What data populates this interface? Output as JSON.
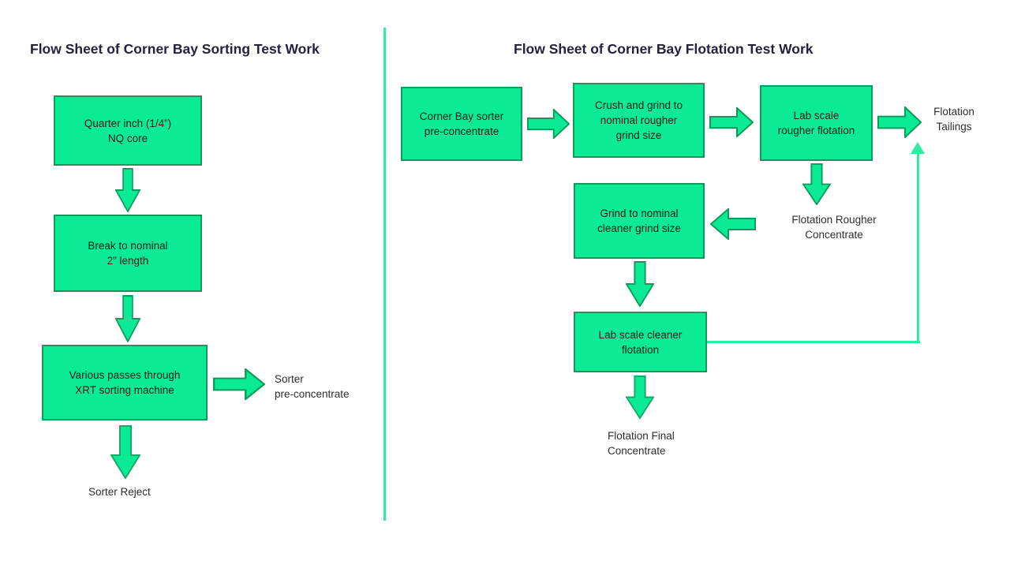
{
  "left": {
    "title": "Flow Sheet of Corner Bay Sorting Test Work",
    "box_nq_core": "Quarter inch (1/4”)\nNQ core",
    "box_break": "Break to nominal\n2” length",
    "box_xrt": "Various passes through\nXRT sorting machine",
    "label_sorter_preconcentrate": "Sorter\npre-concentrate",
    "label_sorter_reject": "Sorter Reject"
  },
  "right": {
    "title": "Flow Sheet of Corner Bay Flotation Test Work",
    "box_preconcentrate": "Corner Bay sorter\npre-concentrate",
    "box_crush_grind": "Crush and grind to\nnominal rougher\ngrind size",
    "box_rougher_flotation": "Lab scale\nrougher flotation",
    "box_cleaner_grind": "Grind to nominal\ncleaner grind size",
    "box_cleaner_flotation": "Lab scale cleaner\nflotation",
    "label_flotation_tailings": "Flotation\nTailings",
    "label_rougher_concentrate": "Flotation Rougher\nConcentrate",
    "label_final_concentrate": "Flotation Final\nConcentrate"
  },
  "colors": {
    "box_fill": "#0BEB95",
    "box_border": "#0C9C5B",
    "arrow_fill": "#0BEB95",
    "arrow_border": "#0C9C5B",
    "connector": "#2FECA3",
    "title_text": "#23233C",
    "box_text": "#1C1C1C"
  }
}
